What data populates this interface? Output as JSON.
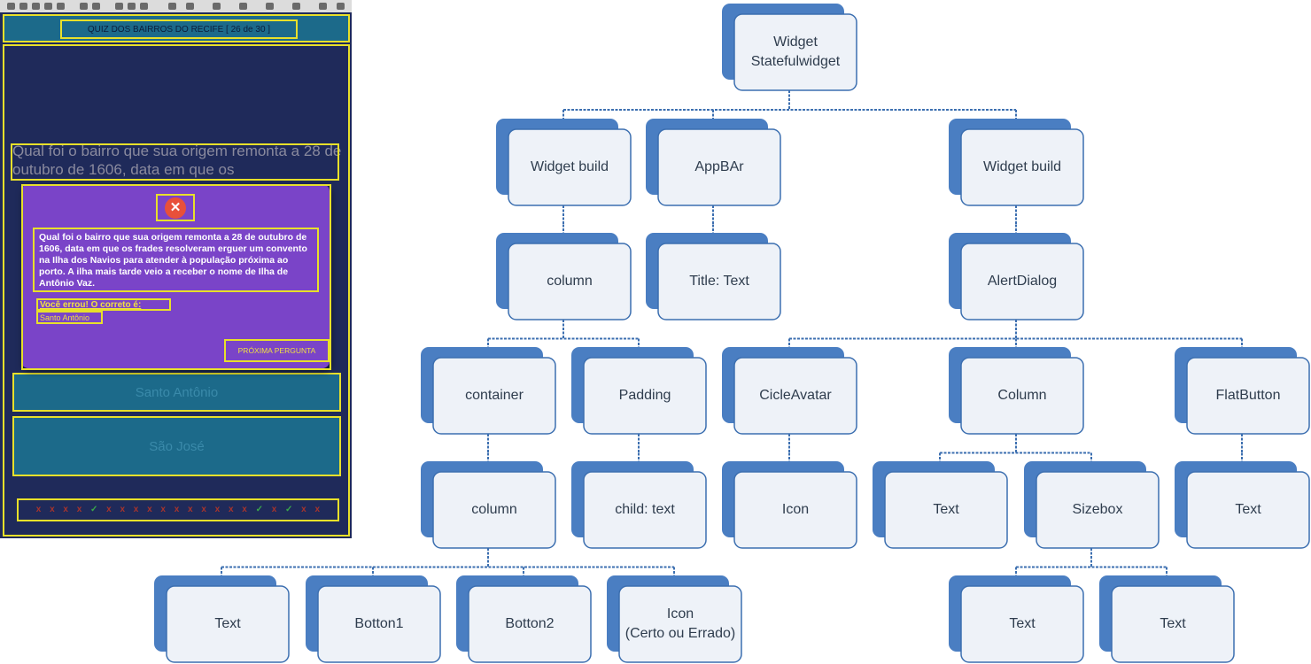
{
  "phone": {
    "app_title": "QUIZ DOS BAIRROS DO RECIFE [ 26 de 30 ]",
    "background_question": "Qual foi o bairro que sua origem remonta a 28 de outubro de 1606, data em que os",
    "dialog": {
      "avatar_icon": "close-icon",
      "question": "Qual foi o bairro que sua origem remonta a 28 de outubro de 1606, data em que os frades resolveram erguer um convento na Ilha dos Navios para atender à população próxima ao porto. A ilha mais tarde veio a receber o nome de Ilha de Antônio Vaz.",
      "wrong_label": "Você errou! O correto é:",
      "correct_answer": "Santo Antônio",
      "next_button": "PRÓXIMA PERGUNTA"
    },
    "answers": [
      "Santo Antônio",
      "São José"
    ],
    "score_marks": [
      "x",
      "x",
      "x",
      "x",
      "✓",
      "x",
      "x",
      "x",
      "x",
      "x",
      "x",
      "x",
      "x",
      "x",
      "x",
      "x",
      "✓",
      "x",
      "✓",
      "x",
      "x"
    ],
    "colors": {
      "appbar": "#1c6a8a",
      "background": "#1f2a5a",
      "dialog": "#7a44c8",
      "highlight": "#e8e02a"
    }
  },
  "tree": {
    "nodes": [
      {
        "id": "root",
        "lines": [
          "Widget",
          "Statefulwidget"
        ]
      },
      {
        "id": "build1",
        "lines": [
          "Widget build"
        ]
      },
      {
        "id": "appbar",
        "lines": [
          "AppBAr"
        ]
      },
      {
        "id": "build2",
        "lines": [
          "Widget build"
        ]
      },
      {
        "id": "column1",
        "lines": [
          "column"
        ]
      },
      {
        "id": "title",
        "lines": [
          "Title: Text"
        ]
      },
      {
        "id": "alert",
        "lines": [
          "AlertDialog"
        ]
      },
      {
        "id": "container",
        "lines": [
          "container"
        ]
      },
      {
        "id": "padding",
        "lines": [
          "Padding"
        ]
      },
      {
        "id": "circle",
        "lines": [
          "CicleAvatar"
        ]
      },
      {
        "id": "column3",
        "lines": [
          "Column"
        ]
      },
      {
        "id": "flat",
        "lines": [
          "FlatButton"
        ]
      },
      {
        "id": "column2",
        "lines": [
          "column"
        ]
      },
      {
        "id": "child",
        "lines": [
          "child: text"
        ]
      },
      {
        "id": "icon1",
        "lines": [
          "Icon"
        ]
      },
      {
        "id": "text3",
        "lines": [
          "Text"
        ]
      },
      {
        "id": "sizebox",
        "lines": [
          "Sizebox"
        ]
      },
      {
        "id": "text4",
        "lines": [
          "Text"
        ]
      },
      {
        "id": "text1",
        "lines": [
          "Text"
        ]
      },
      {
        "id": "botton1",
        "lines": [
          "Botton1"
        ]
      },
      {
        "id": "botton2",
        "lines": [
          "Botton2"
        ]
      },
      {
        "id": "icon2",
        "lines": [
          "Icon",
          "(Certo ou Errado)"
        ]
      },
      {
        "id": "text5",
        "lines": [
          "Text"
        ]
      },
      {
        "id": "text6",
        "lines": [
          "Text"
        ]
      }
    ],
    "edges": [
      [
        "root",
        [
          "build1",
          "appbar",
          "build2"
        ]
      ],
      [
        "build1",
        [
          "column1"
        ]
      ],
      [
        "appbar",
        [
          "title"
        ]
      ],
      [
        "build2",
        [
          "alert"
        ]
      ],
      [
        "column1",
        [
          "container",
          "padding"
        ]
      ],
      [
        "alert",
        [
          "circle",
          "column3",
          "flat"
        ]
      ],
      [
        "container",
        [
          "column2"
        ]
      ],
      [
        "padding",
        [
          "child"
        ]
      ],
      [
        "circle",
        [
          "icon1"
        ]
      ],
      [
        "column3",
        [
          "text3",
          "sizebox"
        ]
      ],
      [
        "flat",
        [
          "text4"
        ]
      ],
      [
        "column2",
        [
          "text1",
          "botton1",
          "botton2",
          "icon2"
        ]
      ],
      [
        "sizebox",
        [
          "text5",
          "text6"
        ]
      ]
    ],
    "colors": {
      "back_card": "#4a7ec2",
      "front_card": "#eef2f8",
      "front_border": "#3c6fb0",
      "connector": "#3c6fb0",
      "text": "#2f3d4e"
    }
  }
}
